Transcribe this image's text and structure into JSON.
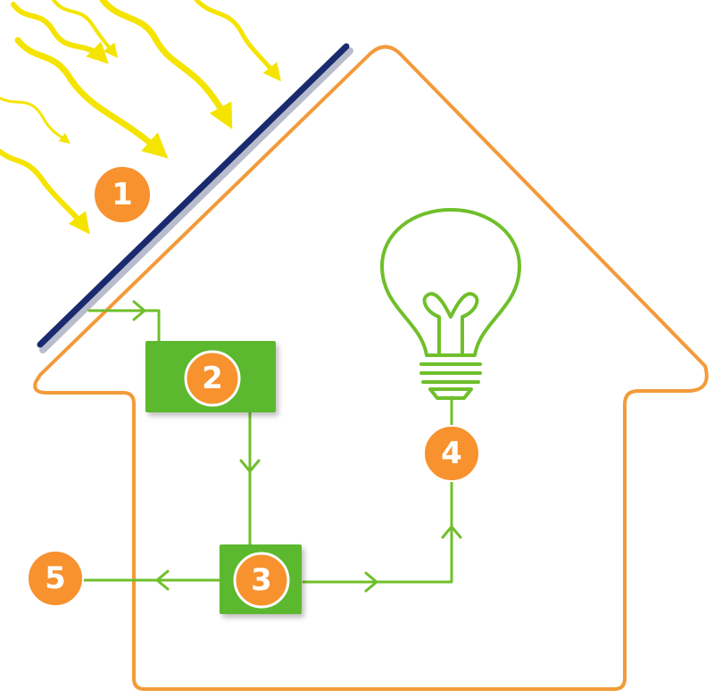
{
  "colors": {
    "house_outline": "#f39a3a",
    "badge_fill": "#f7922f",
    "green": "#6fbf2a",
    "green_box": "#5cb82e",
    "panel_dark": "#1a2a6e",
    "panel_light": "#b8bccc",
    "sun_ray": "#f4e400"
  },
  "labels": {
    "step1": "1",
    "step2": "2",
    "step3": "3",
    "step4": "4",
    "step5": "5"
  },
  "icons": {
    "sun_rays": "sun-rays-icon",
    "solar_panel": "solar-panel-icon",
    "bulb": "light-bulb-icon"
  }
}
